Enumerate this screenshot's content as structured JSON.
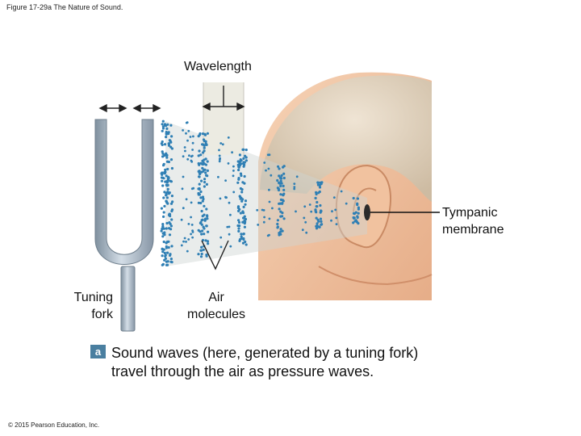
{
  "figure_title": "Figure 17-29a The Nature of Sound.",
  "labels": {
    "wavelength": "Wavelength",
    "tympanic_1": "Tympanic",
    "tympanic_2": "membrane",
    "fork_1": "Tuning",
    "fork_2": "fork",
    "air_1": "Air",
    "air_2": "molecules"
  },
  "caption": {
    "badge": "a",
    "line_1": "Sound waves (here, generated by a tuning fork)",
    "line_2": "travel through the air as pressure waves."
  },
  "copyright": "© 2015 Pearson Education, Inc.",
  "colors": {
    "molecule": "#2f7fb4",
    "fork": "#a9b8c6",
    "skin": "#f0c4a2",
    "hair": "#e1d4c1",
    "band": "#ecebe2"
  }
}
